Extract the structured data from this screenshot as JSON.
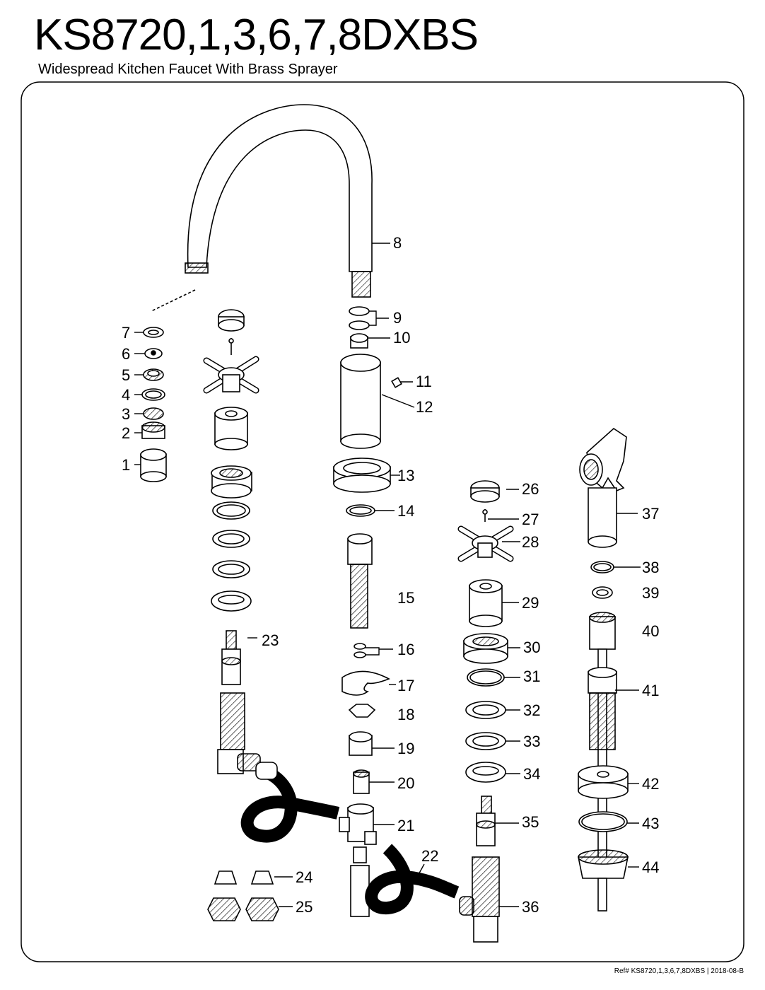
{
  "header": {
    "model": "KS8720,1,3,6,7,8DXBS",
    "subtitle": "Widespread Kitchen Faucet With Brass Sprayer"
  },
  "footer": {
    "reference": "Ref# KS8720,1,3,6,7,8DXBS | 2018-08-B"
  },
  "callouts": [
    "1",
    "2",
    "3",
    "4",
    "5",
    "6",
    "7",
    "8",
    "9",
    "10",
    "11",
    "12",
    "13",
    "14",
    "15",
    "16",
    "17",
    "18",
    "19",
    "20",
    "21",
    "22",
    "23",
    "24",
    "25",
    "26",
    "27",
    "28",
    "29",
    "30",
    "31",
    "32",
    "33",
    "34",
    "35",
    "36",
    "37",
    "38",
    "39",
    "40",
    "41",
    "42",
    "43",
    "44"
  ]
}
